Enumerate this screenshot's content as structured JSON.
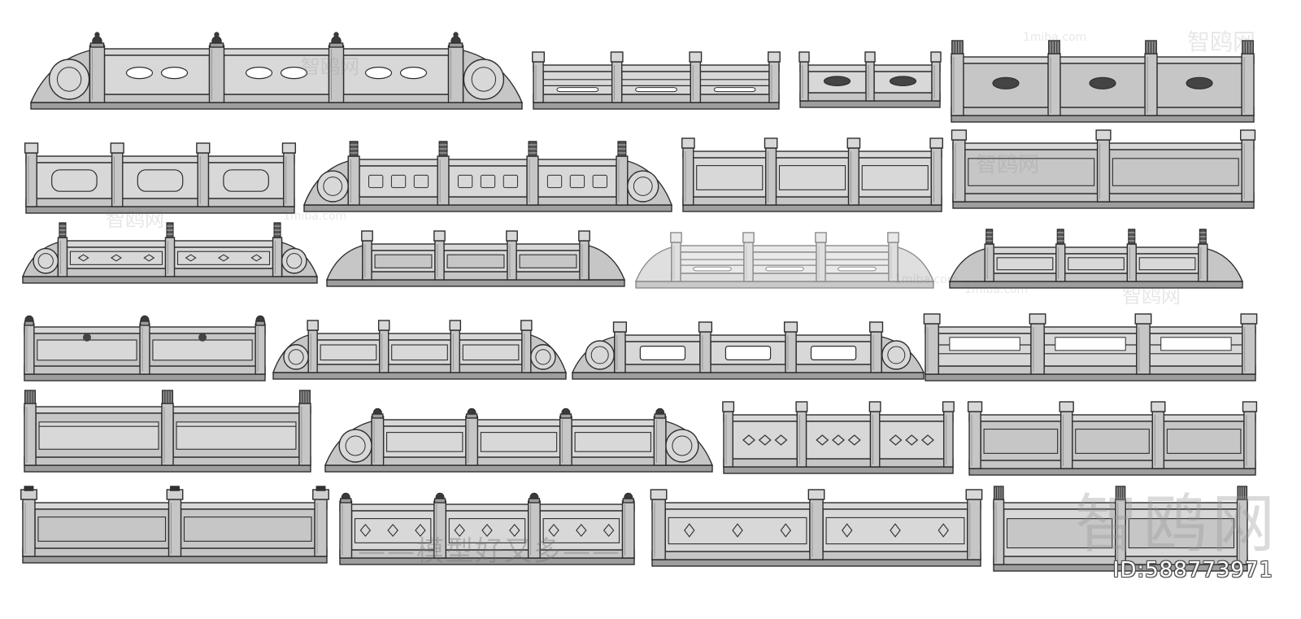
{
  "watermarks": {
    "site": "1miba.com",
    "brand": "智鸥网",
    "slogan": "——模型好又多——",
    "id_text": "ID:588773971"
  },
  "colors": {
    "stone": "#c6c6c6",
    "stone_light": "#d8d8d8",
    "stone_dark": "#9e9e9e",
    "outline": "#2e2e2e",
    "background": "#ffffff"
  },
  "railings": [
    {
      "type": "cloud",
      "posts": 4,
      "finial": "gourd",
      "end": "drum",
      "panel": "holes"
    },
    {
      "type": "frame",
      "posts": 4,
      "finial": "block",
      "end": "none",
      "panel": "rails"
    },
    {
      "type": "frame",
      "posts": 3,
      "finial": "block",
      "end": "none",
      "panel": "vase"
    },
    {
      "type": "solid",
      "posts": 4,
      "finial": "ribbed",
      "end": "none",
      "panel": "vase"
    },
    {
      "type": "frame",
      "posts": 4,
      "finial": "block",
      "end": "none",
      "panel": "cloud-window"
    },
    {
      "type": "cloud",
      "posts": 4,
      "finial": "carved",
      "end": "drum",
      "panel": "squares"
    },
    {
      "type": "frame",
      "posts": 4,
      "finial": "block",
      "end": "none",
      "panel": "framed"
    },
    {
      "type": "solid",
      "posts": 3,
      "finial": "block",
      "end": "none",
      "panel": "plain"
    },
    {
      "type": "cloud",
      "posts": 3,
      "finial": "carved",
      "end": "drum",
      "panel": "carved"
    },
    {
      "type": "cloud",
      "posts": 4,
      "finial": "block",
      "end": "cloud",
      "panel": "plain"
    },
    {
      "type": "pale",
      "posts": 4,
      "finial": "block",
      "end": "step",
      "panel": "rails"
    },
    {
      "type": "cloud",
      "posts": 4,
      "finial": "carved",
      "end": "cloud",
      "panel": "framed"
    },
    {
      "type": "solid",
      "posts": 3,
      "finial": "ball",
      "end": "none",
      "panel": "lotus"
    },
    {
      "type": "cloud",
      "posts": 4,
      "finial": "block",
      "end": "drum",
      "panel": "framed"
    },
    {
      "type": "cloud",
      "posts": 4,
      "finial": "block",
      "end": "drum",
      "panel": "octagon"
    },
    {
      "type": "frame",
      "posts": 4,
      "finial": "block",
      "end": "none",
      "panel": "open"
    },
    {
      "type": "solid",
      "posts": 3,
      "finial": "ribbed",
      "end": "none",
      "panel": "arches"
    },
    {
      "type": "cloud",
      "posts": 4,
      "finial": "ball",
      "end": "drum",
      "panel": "framed"
    },
    {
      "type": "frame",
      "posts": 4,
      "finial": "block",
      "end": "none",
      "panel": "diamond"
    },
    {
      "type": "solid",
      "posts": 4,
      "finial": "block",
      "end": "none",
      "panel": "plain"
    },
    {
      "type": "solid",
      "posts": 3,
      "finial": "cap",
      "end": "none",
      "panel": "plain"
    },
    {
      "type": "frame",
      "posts": 4,
      "finial": "ball",
      "end": "none",
      "panel": "fret"
    },
    {
      "type": "frame",
      "posts": 3,
      "finial": "block",
      "end": "none",
      "panel": "knots"
    },
    {
      "type": "frame",
      "posts": 3,
      "finial": "ribbed",
      "end": "none",
      "panel": "plain"
    }
  ]
}
